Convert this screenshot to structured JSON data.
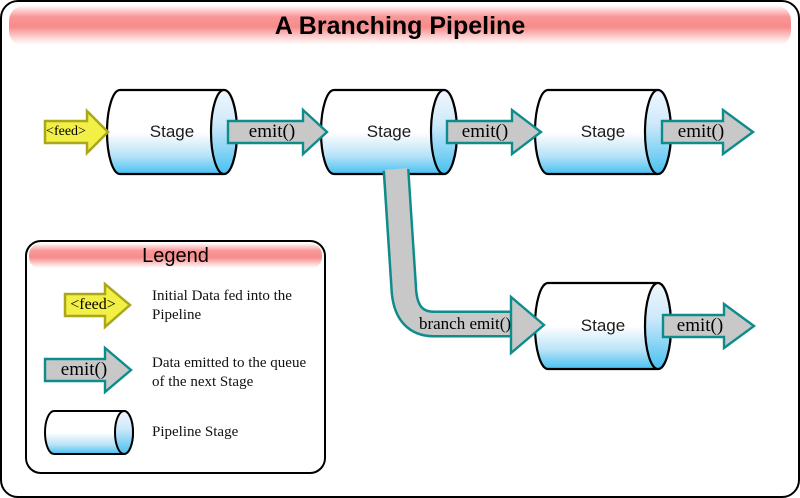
{
  "title": "A Branching Pipeline",
  "pipeline": {
    "stages": [
      {
        "label": "Stage"
      },
      {
        "label": "Stage"
      },
      {
        "label": "Stage"
      },
      {
        "label": "Stage"
      }
    ],
    "feed_label": "<feed>",
    "emit_labels": [
      "emit()",
      "emit()",
      "emit()",
      "emit()"
    ],
    "branch_label": "branch emit()"
  },
  "legend": {
    "title": "Legend",
    "items": [
      {
        "icon": "feed-arrow-icon",
        "icon_label": "<feed>",
        "lines": [
          "Initial Data fed into the",
          "Pipeline"
        ]
      },
      {
        "icon": "emit-arrow-icon",
        "icon_label": "emit()",
        "lines": [
          "Data emitted to the queue",
          "of the next Stage"
        ]
      },
      {
        "icon": "pipeline-stage-icon",
        "lines": [
          "Pipeline Stage"
        ]
      }
    ]
  },
  "colors": {
    "header_pink": "#f78a8a",
    "feed_yellow": "#f2ef46",
    "feed_border": "#a9a71b",
    "arrow_gray": "#c8c8c8",
    "arrow_teal": "#0e8c8c",
    "stage_blue": "#47c1f1"
  }
}
